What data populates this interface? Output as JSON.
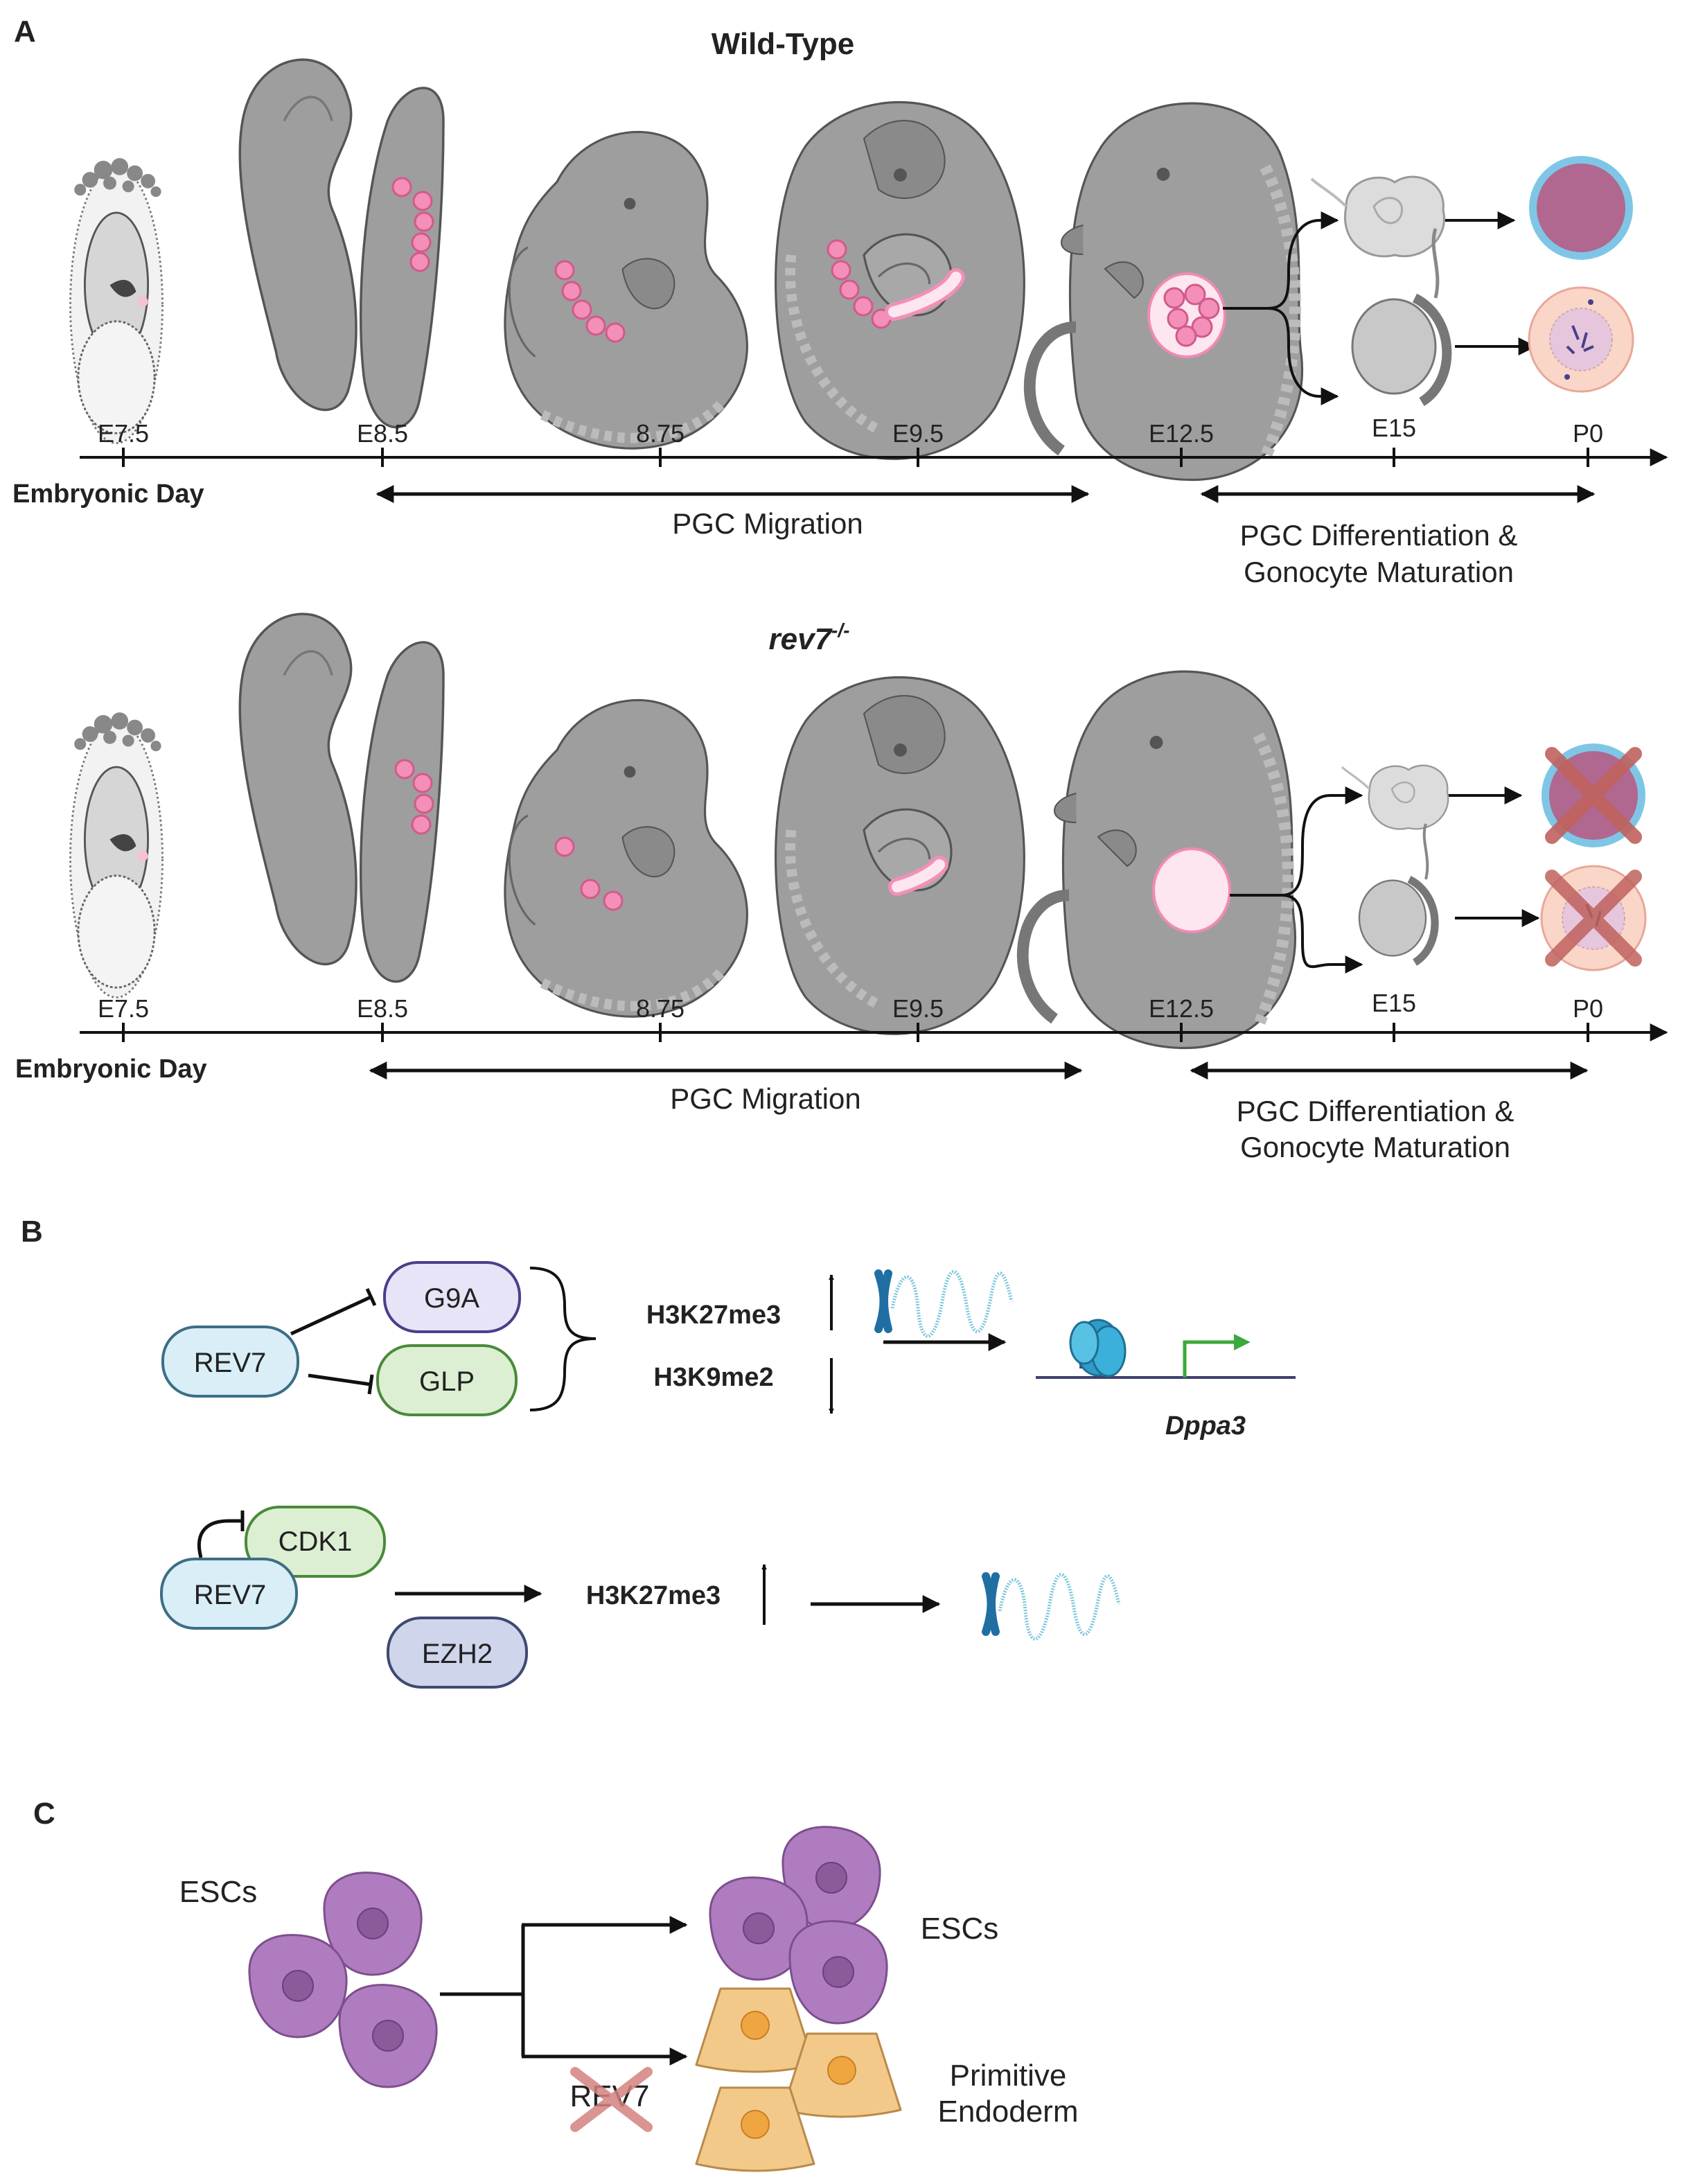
{
  "panels": {
    "a": {
      "letter": "A",
      "timeline_labels": [
        "E7.5",
        "E8.5",
        "8.75",
        "E9.5",
        "E12.5",
        "E15",
        "P0"
      ],
      "axis_title": "Embryonic Day",
      "migration_label": "PGC Migration",
      "differentiation_label": [
        "PGC Differentiation &",
        "Gonocyte Maturation"
      ],
      "wildtype": {
        "title": "Wild-Type"
      },
      "mutant": {
        "title": "rev7",
        "title_superscript": "-/-"
      }
    },
    "b": {
      "letter": "B",
      "rev7": "REV7",
      "g9a": "G9A",
      "glp": "GLP",
      "h3k27me3": "H3K27me3",
      "h3k9me2": "H3K9me2",
      "gene": "Dppa3",
      "cdk1": "CDK1",
      "ezh2": "EZH2",
      "colors": {
        "rev7_fill": "#d9eef6",
        "rev7_stroke": "#3d6e86",
        "g9a_fill": "#e6e4f6",
        "g9a_stroke": "#4a3f8c",
        "glp_fill": "#ddefd2",
        "glp_stroke": "#4a8a3a",
        "cdk1_fill": "#ddefd2",
        "cdk1_stroke": "#4a8a3a",
        "ezh2_fill": "#cfd5ea",
        "ezh2_stroke": "#3f4a72"
      }
    },
    "c": {
      "letter": "C",
      "escs_left": "ESCs",
      "escs_right": "ESCs",
      "endoderm": [
        "Primitive",
        "Endoderm"
      ],
      "rev7_knockout": "REV7",
      "colors": {
        "esc": "#b07cc0",
        "endoderm": "#f3c98a"
      }
    }
  }
}
